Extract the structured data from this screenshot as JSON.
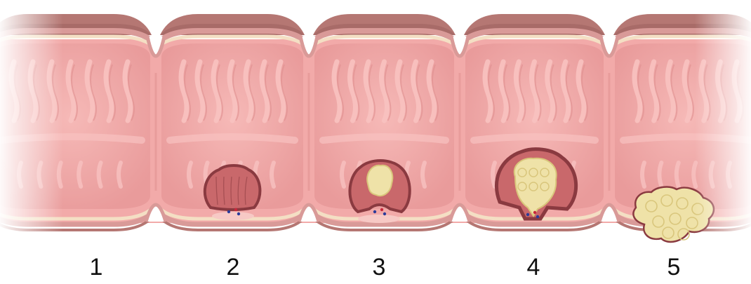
{
  "stages": [
    {
      "label": "1",
      "feature": "normal-mucosa"
    },
    {
      "label": "2",
      "feature": "adenoma"
    },
    {
      "label": "3",
      "feature": "adenoma-with-early-cancer"
    },
    {
      "label": "4",
      "feature": "advanced-adenocarcinoma-invading-wall"
    },
    {
      "label": "5",
      "feature": "invasive-carcinoma-through-wall"
    }
  ],
  "colors": {
    "background": "#ffffff",
    "serosa": "#b57773",
    "serosa_dark": "#8e5653",
    "muscle": "#d99a98",
    "submucosa": "#f4dfc4",
    "mucosa": "#f2aaa9",
    "mucosa_shadow": "#e08f8f",
    "fold_highlight": "#f8c2c0",
    "polyp": "#c9686b",
    "polyp_rim": "#8a3a40",
    "tumor": "#efe2a8",
    "tumor_shadow": "#d9c67c",
    "cells_blue": "#2b3b9a",
    "cells_red": "#c8283c"
  }
}
